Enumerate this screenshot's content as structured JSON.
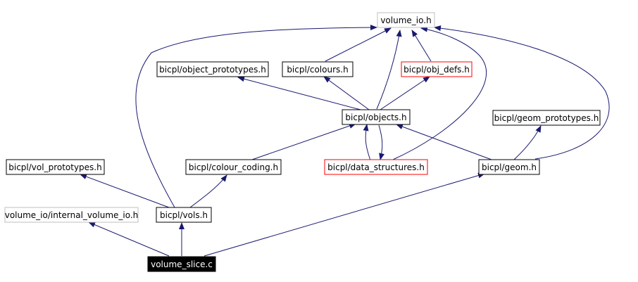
{
  "nodes": {
    "volume_io_h": "volume_io.h",
    "object_prototypes_h": "bicpl/object_prototypes.h",
    "colours_h": "bicpl/colours.h",
    "obj_defs_h": "bicpl/obj_defs.h",
    "objects_h": "bicpl/objects.h",
    "geom_prototypes_h": "bicpl/geom_prototypes.h",
    "vol_prototypes_h": "bicpl/vol_prototypes.h",
    "colour_coding_h": "bicpl/colour_coding.h",
    "data_structures_h": "bicpl/data_structures.h",
    "geom_h": "bicpl/geom.h",
    "internal_volume_io_h": "volume_io/internal_volume_io.h",
    "vols_h": "bicpl/vols.h",
    "volume_slice_c": "volume_slice.c"
  },
  "colors": {
    "edge": "#191970",
    "box_normal": "#000000",
    "box_gray": "#bfbfbf",
    "box_red": "#ff0000",
    "root_fill": "#000000",
    "root_text": "#ffffff"
  }
}
